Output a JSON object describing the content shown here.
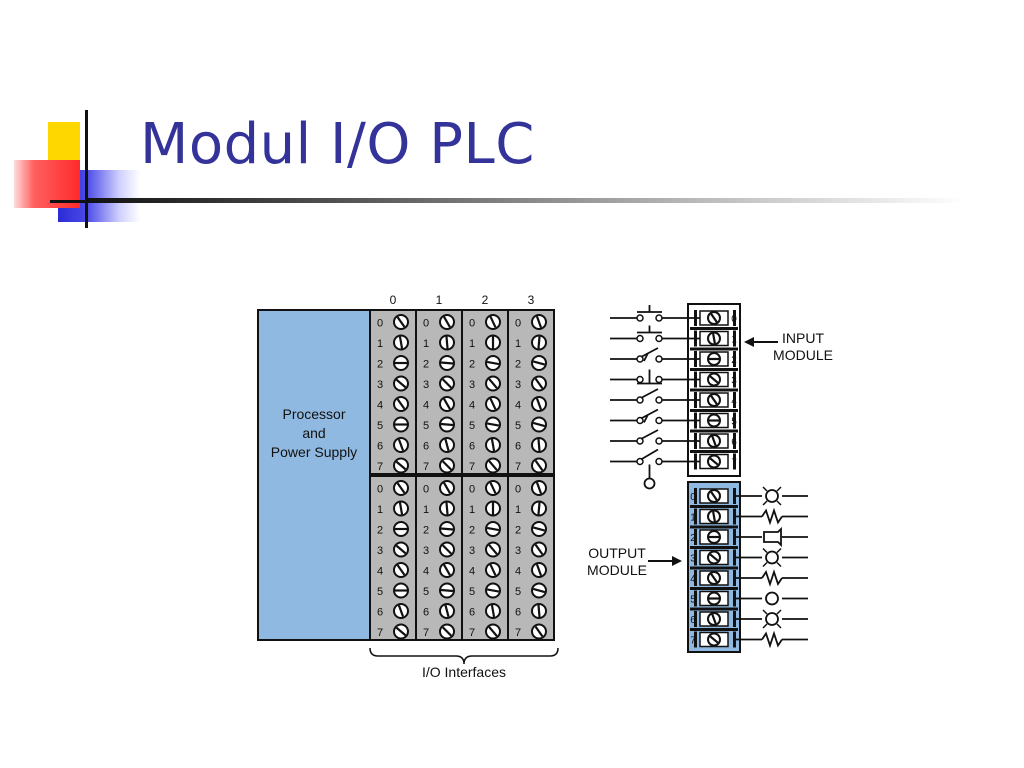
{
  "slide": {
    "title": "Modul I/O PLC"
  },
  "diagram": {
    "slot_numbers": [
      "0",
      "1",
      "2",
      "3"
    ],
    "terminal_numbers": [
      "0",
      "1",
      "2",
      "3",
      "4",
      "5",
      "6",
      "7"
    ],
    "processor_label_lines": [
      "Processor",
      "and",
      "Power Supply"
    ],
    "io_interfaces_label": "I/O Interfaces",
    "input_module_label_lines": [
      "INPUT",
      "MODULE"
    ],
    "output_module_label_lines": [
      "OUTPUT",
      "MODULE"
    ],
    "input_devices": [
      "push-button-no",
      "push-button-no",
      "limit-switch",
      "push-button-nc",
      "switch",
      "limit-switch",
      "switch",
      "foot-switch"
    ],
    "output_devices": [
      "pilot-light",
      "heater-coil",
      "horn",
      "pilot-light",
      "heater-coil",
      "lamp",
      "pilot-light",
      "heater-coil"
    ],
    "colors": {
      "title": "#33339a",
      "processor_fill": "#8fb9e0",
      "io_fill": "#b8b8b8",
      "output_module_fill": "#8fb9e0",
      "outline": "#111111"
    }
  }
}
